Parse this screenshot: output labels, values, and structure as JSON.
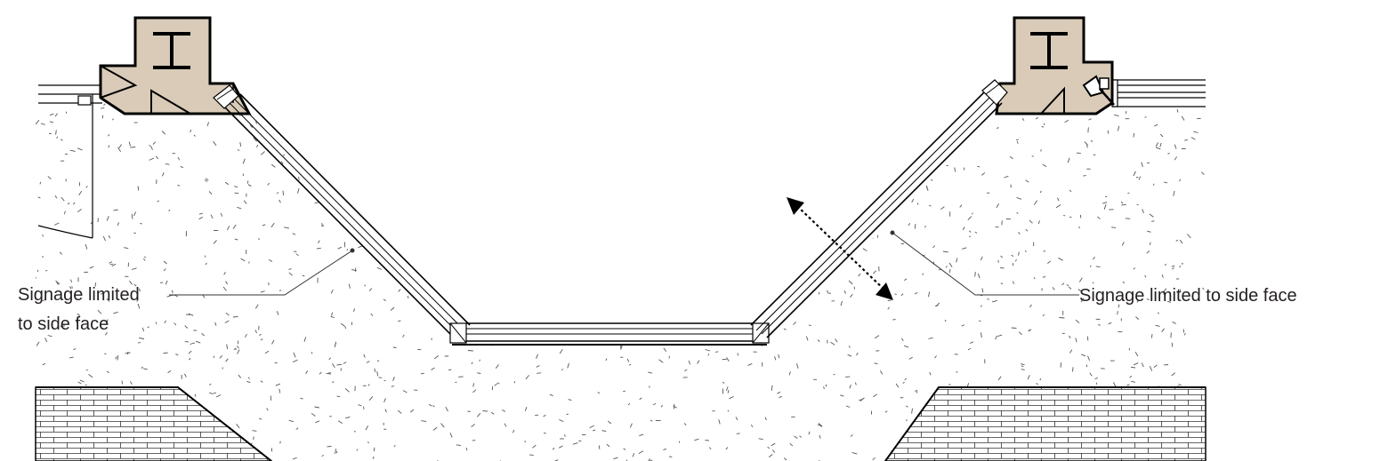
{
  "drawing": {
    "kind": "architectural-plan-detail",
    "colors": {
      "line": "#000000",
      "column_fill": "#d9cbb8",
      "stipple": "#555555",
      "leader": "#333333",
      "text": "#231f20"
    }
  },
  "callouts": [
    {
      "id": "left",
      "lines": [
        "Signage limited",
        "to side face"
      ]
    },
    {
      "id": "right",
      "lines": [
        "Signage limited to side face"
      ]
    }
  ]
}
